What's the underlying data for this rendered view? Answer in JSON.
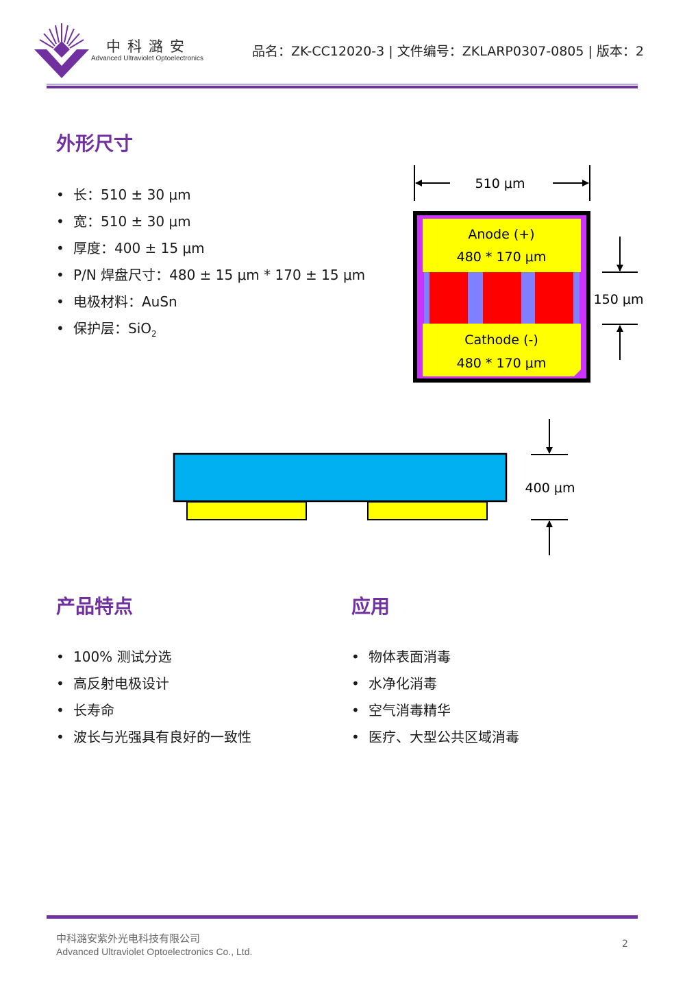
{
  "header": {
    "logo_cn": "中科潞安",
    "logo_en": "Advanced Ultraviolet Optoelectronics",
    "doc_info": "品名：ZK-CC12020-3 | 文件编号：ZKLARP0307-0805 | 版本：2",
    "rule_color_dark": "#7030a0",
    "rule_color_light": "#b4a7d6"
  },
  "dimensions": {
    "title": "外形尺寸",
    "items": [
      "长：510 ± 30 μm",
      "宽：510 ± 30 μm",
      "厚度：400 ± 15 μm",
      "P/N 焊盘尺寸：480 ± 15 μm * 170 ± 15 μm",
      "电极材料：AuSn"
    ],
    "protect_label": "保护层：SiO",
    "protect_sub": "2"
  },
  "top_view": {
    "width_label": "510 μm",
    "anode_label": "Anode (+)",
    "anode_size": "480 * 170 μm",
    "cathode_label": "Cathode (-)",
    "cathode_size": "480 * 170 μm",
    "gap_label": "150 μm",
    "colors": {
      "frame": "#000000",
      "border": "#cc33ff",
      "pad": "#ffff00",
      "active": "#ff0000",
      "gap": "#7f7fff"
    }
  },
  "side_view": {
    "thickness_label": "400 μm",
    "colors": {
      "substrate": "#00b0f0",
      "pad": "#ffff00"
    }
  },
  "features": {
    "title": "产品特点",
    "items": [
      "100% 测试分选",
      "高反射电极设计",
      "长寿命",
      "波长与光强具有良好的一致性"
    ]
  },
  "applications": {
    "title": "应用",
    "items": [
      "物体表面消毒",
      "水净化消毒",
      "空气消毒精华",
      "医疗、大型公共区域消毒"
    ]
  },
  "footer": {
    "company_cn": "中科潞安紫外光电科技有限公司",
    "company_en": "Advanced Ultraviolet Optoelectronics Co., Ltd.",
    "page": "2"
  }
}
